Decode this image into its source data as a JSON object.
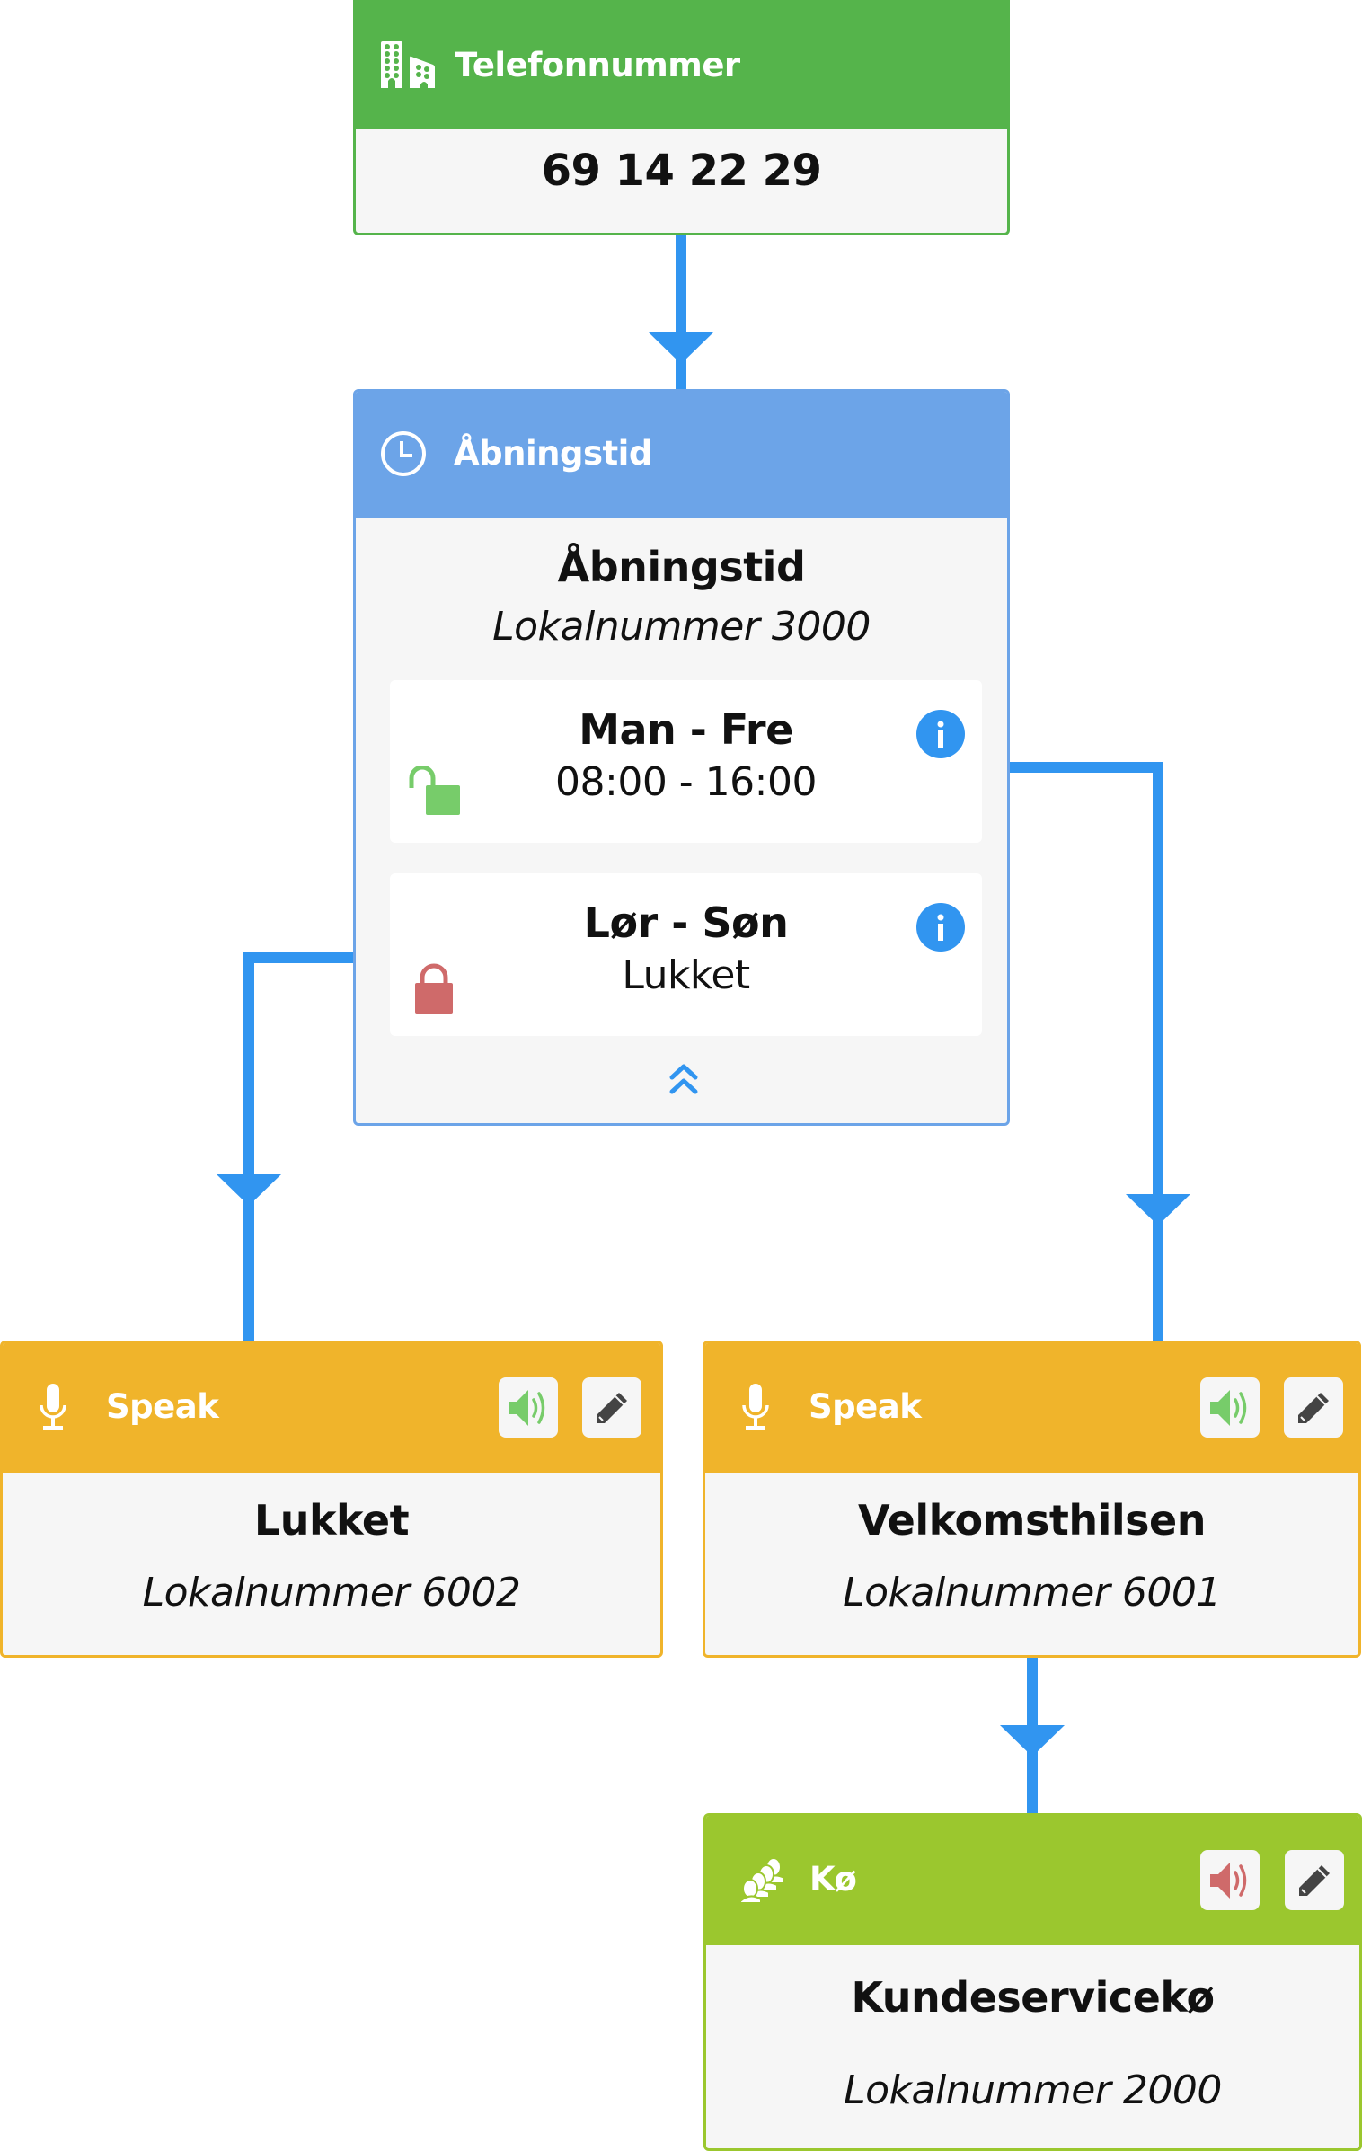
{
  "colors": {
    "connector": "#3195f0",
    "phone_node": "#55b44b",
    "opening_hours_node": "#6ca4e8",
    "speak_node": "#f0b42b",
    "queue_node": "#9bc72e",
    "node_body": "#f6f6f6",
    "open_lock": "#77cc6a",
    "closed_lock": "#cf6a6a",
    "sound_on": "#77cc6a",
    "sound_off": "#cf6a6a",
    "info": "#3195f0",
    "edit_icon": "#444444"
  },
  "phone_node": {
    "icon": "building-icon",
    "header": "Telefonnummer",
    "number": "69 14 22 29"
  },
  "opening_hours_node": {
    "icon": "clock-icon",
    "header": "Åbningstid",
    "title": "Åbningstid",
    "subtitle": "Lokalnummer 3000",
    "schedules": [
      {
        "days": "Man - Fre",
        "hours": "08:00 - 16:00",
        "status_icon": "unlock-icon",
        "info_icon": "info-icon"
      },
      {
        "days": "Lør - Søn",
        "hours": "Lukket",
        "status_icon": "lock-icon",
        "info_icon": "info-icon"
      }
    ],
    "collapse_icon": "chevron-double-up-icon"
  },
  "speak_closed_node": {
    "icon": "microphone-icon",
    "header": "Speak",
    "sound_icon": "speaker-on-icon",
    "edit_icon": "pencil-icon",
    "title": "Lukket",
    "subtitle": "Lokalnummer 6002"
  },
  "speak_welcome_node": {
    "icon": "microphone-icon",
    "header": "Speak",
    "sound_icon": "speaker-on-icon",
    "edit_icon": "pencil-icon",
    "title": "Velkomsthilsen",
    "subtitle": "Lokalnummer 6001"
  },
  "queue_node": {
    "icon": "queue-people-icon",
    "header": "Kø",
    "sound_icon": "speaker-muted-icon",
    "edit_icon": "pencil-icon",
    "title": "Kundeservicekø",
    "subtitle": "Lokalnummer 2000"
  }
}
